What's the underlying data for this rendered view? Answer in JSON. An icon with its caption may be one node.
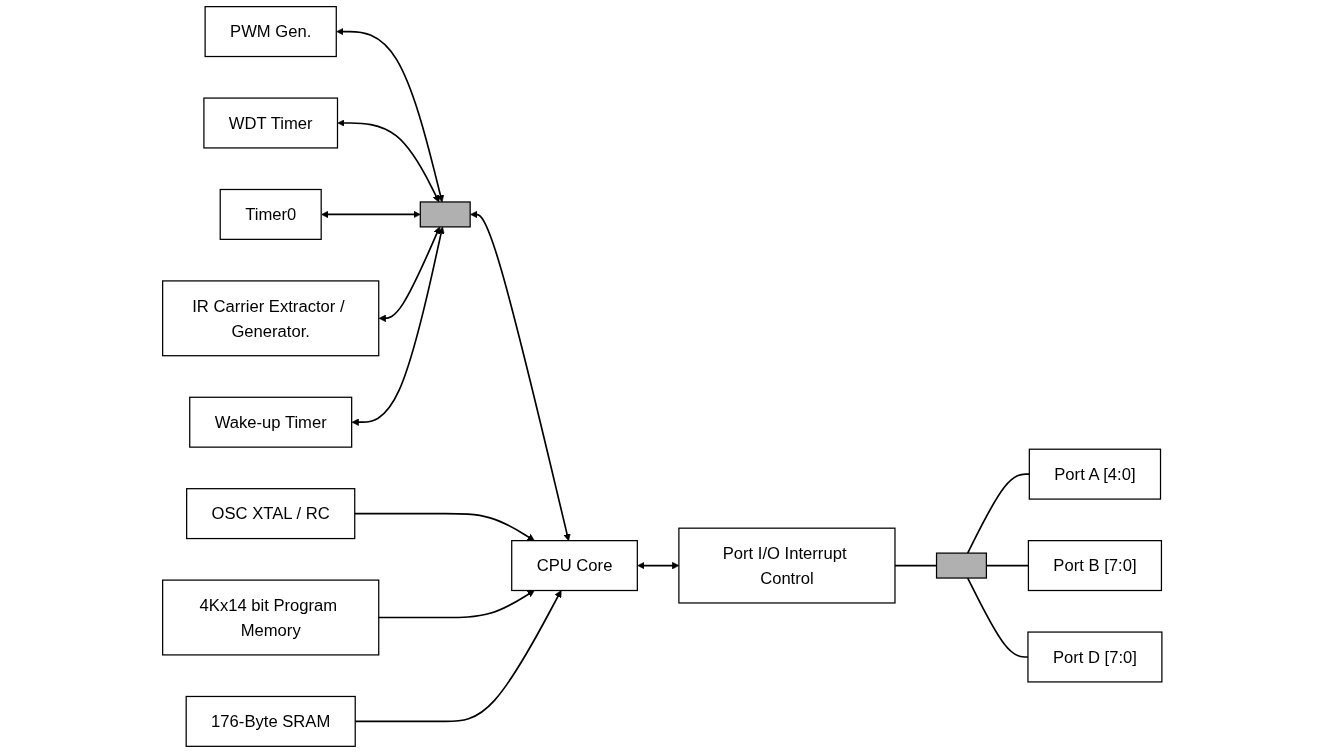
{
  "diagram": {
    "nodes": [
      {
        "text": [
          "PWM Gen."
        ]
      },
      {
        "text": [
          "WDT Timer"
        ]
      },
      {
        "text": [
          "OSC XTAL / RC"
        ]
      },
      {
        "text": [
          "Timer0"
        ]
      },
      {
        "text": [],
        "shape": "bar"
      },
      {
        "text": [],
        "shape": "bar"
      },
      {
        "text": [
          "Port A [4:0]"
        ]
      },
      {
        "text": [
          "IR Carrier Extractor / Generator."
        ]
      },
      {
        "text": [
          "CPU Core"
        ]
      },
      {
        "text": [
          "Port I/O Interrupt Control"
        ]
      },
      {
        "text": [
          "Port B [7:0]"
        ]
      },
      {
        "text": [
          "Wake-up Timer"
        ]
      },
      {
        "text": [
          "Port D [7:0]"
        ]
      },
      {
        "text": [
          "4Kx14 bit Program Memory"
        ]
      },
      {
        "text": [
          "176-Byte SRAM"
        ]
      }
    ],
    "edges": [
      {
        "from": 0,
        "to": 4,
        "arrow": "both"
      },
      {
        "from": 1,
        "to": 4,
        "arrow": "both"
      },
      {
        "from": 3,
        "to": 4,
        "arrow": "both"
      },
      {
        "from": 7,
        "to": 4,
        "arrow": "both"
      },
      {
        "from": 11,
        "to": 4,
        "arrow": "both"
      },
      {
        "from": 4,
        "to": 8,
        "arrow": "both"
      },
      {
        "from": 2,
        "to": 8,
        "arrow": "to"
      },
      {
        "from": 13,
        "to": 8,
        "arrow": "to"
      },
      {
        "from": 14,
        "to": 8,
        "arrow": "to"
      },
      {
        "from": 8,
        "to": 9,
        "arrow": "both"
      },
      {
        "from": 9,
        "to": 5,
        "arrow": "none"
      },
      {
        "from": 5,
        "to": 6,
        "arrow": "none"
      },
      {
        "from": 5,
        "to": 10,
        "arrow": "none"
      },
      {
        "from": 5,
        "to": 12,
        "arrow": "none"
      }
    ]
  }
}
